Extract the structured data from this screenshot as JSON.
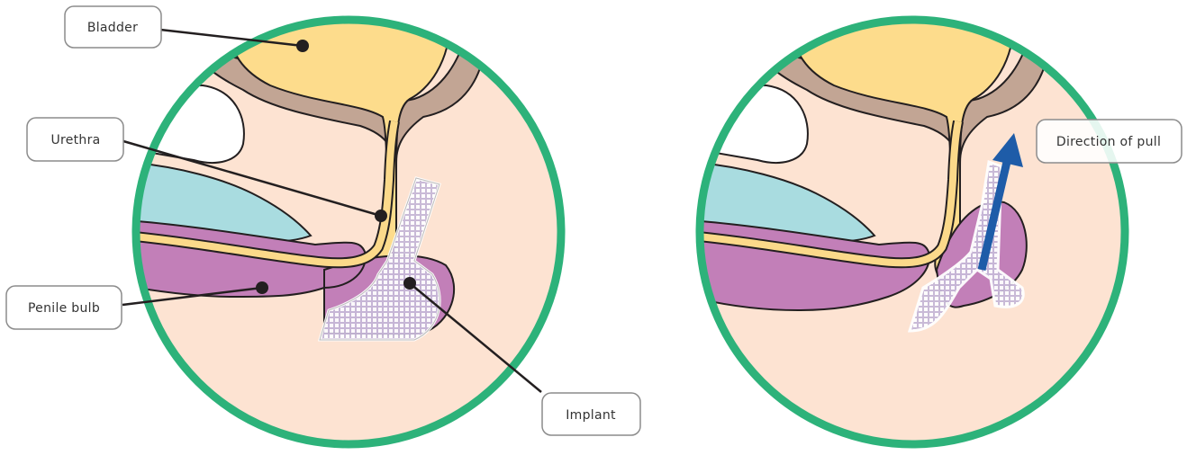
{
  "labels": {
    "bladder": "Bladder",
    "urethra": "Urethra",
    "penile_bulb": "Penile bulb",
    "implant": "Implant",
    "direction_of_pull": "Direction of pull"
  },
  "colors": {
    "ring": "#2db27a",
    "tissue": "#fde3d2",
    "bladder": "#fddc8c",
    "muscle": "#c2a594",
    "bone": "#a9dce0",
    "bulb": "#c27fb8",
    "urethra": "#fbd98a",
    "implant_mesh": "#ffffff",
    "arrow": "#1e5ca8",
    "leader": "#231f20",
    "box_stroke": "#8c8c8c"
  },
  "icons": {
    "arrow": "direction-arrow-icon"
  }
}
